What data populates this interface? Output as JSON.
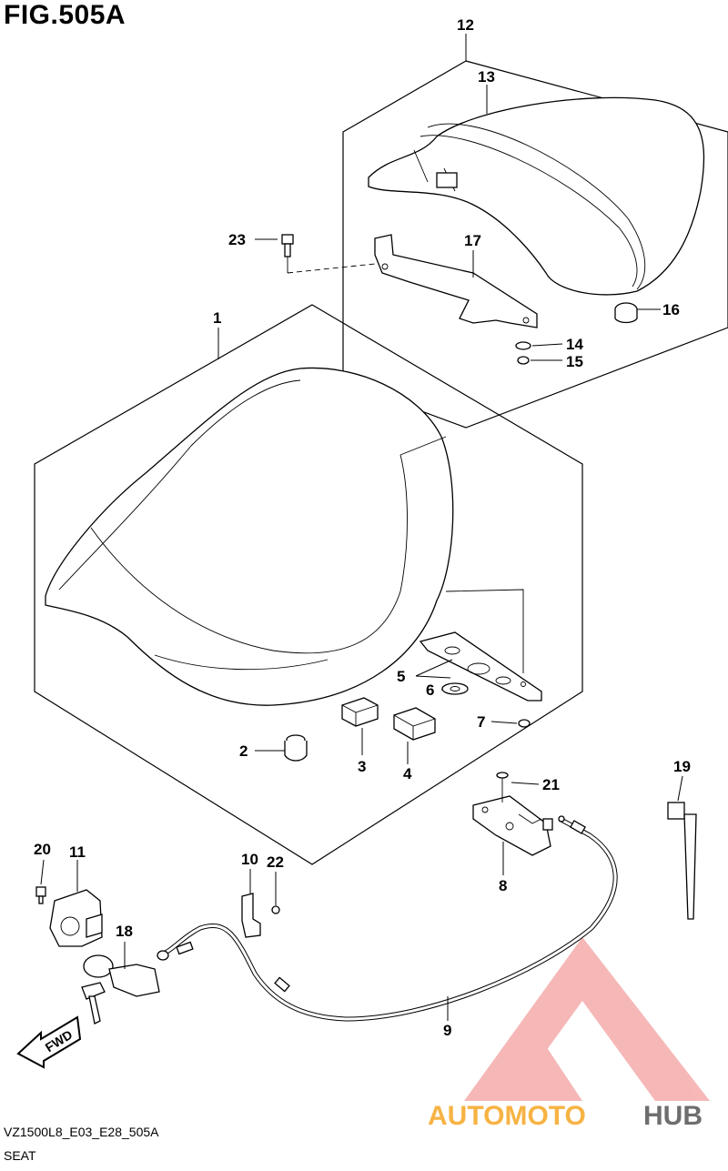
{
  "figure": {
    "title": "FIG.505A",
    "code": "VZ1500L8_E03_E28_505A",
    "name": "SEAT"
  },
  "callouts": {
    "c1": "1",
    "c2": "2",
    "c3": "3",
    "c4": "4",
    "c5": "5",
    "c6": "6",
    "c7": "7",
    "c8": "8",
    "c9": "9",
    "c10": "10",
    "c11": "11",
    "c12": "12",
    "c13": "13",
    "c14": "14",
    "c15": "15",
    "c16": "16",
    "c17": "17",
    "c18": "18",
    "c19": "19",
    "c20": "20",
    "c21": "21",
    "c22": "22",
    "c23": "23"
  },
  "fwd_label": "FWD",
  "watermark": {
    "part1": "AUTOMOTO",
    "part2": "HUB",
    "color_primary": "#f08080",
    "color_secondary": "#f5a623",
    "color_dark": "#555555"
  }
}
